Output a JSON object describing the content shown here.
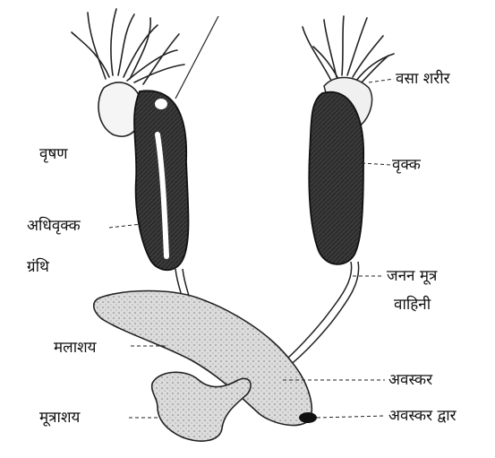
{
  "labels": {
    "fat_body": "वसा शरीर",
    "testis": "वृषण",
    "kidney": "वृक्क",
    "adrenal_gland_line1": "अधिवृक्क",
    "adrenal_gland_line2": "ग्रंथि",
    "urinogenital_duct_line1": "जनन मूत्र",
    "urinogenital_duct_line2": "वाहिनी",
    "rectum": "मलाशय",
    "cloaca": "अवस्कर",
    "urinary_bladder": "मूत्राशय",
    "cloacal_aperture": "अवस्कर द्वार"
  },
  "colors": {
    "ink": "#1a1a1a",
    "kidney_fill": "#3b3b3b",
    "organ_fill": "#d6d6d6",
    "testis_fill": "#f4f4f4"
  }
}
